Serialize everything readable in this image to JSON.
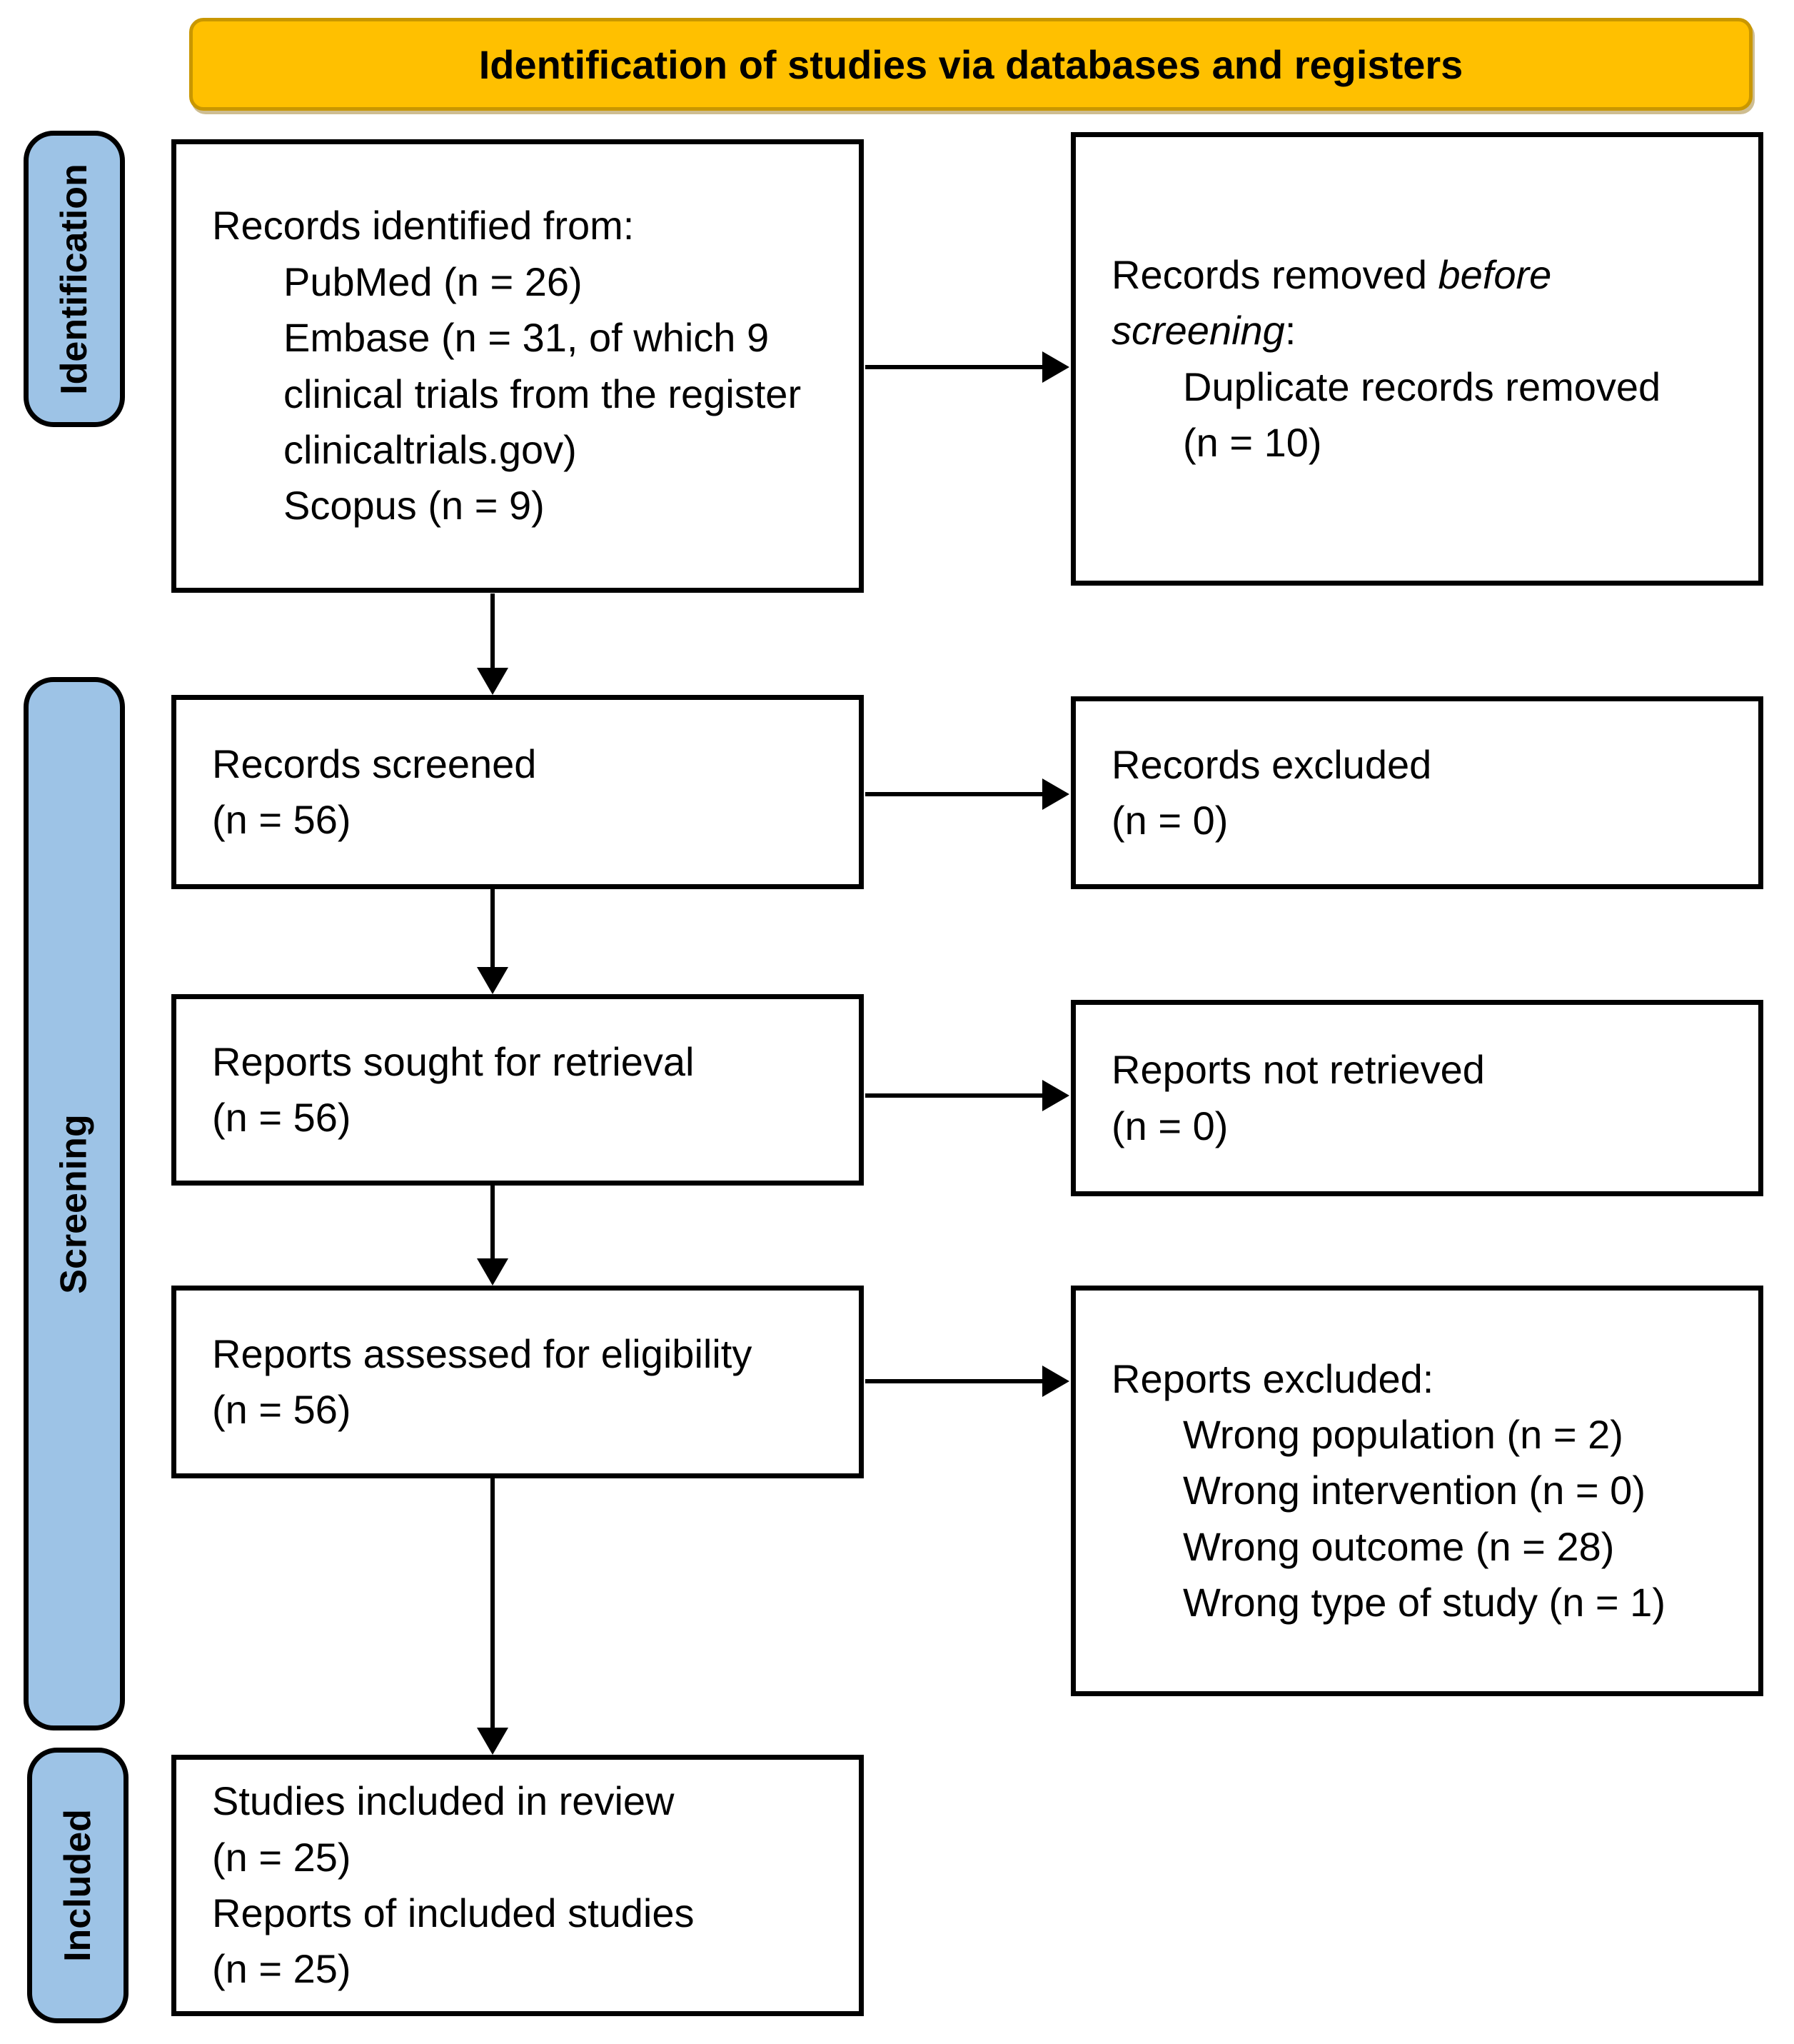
{
  "banner": {
    "title": "Identification of studies via databases and registers"
  },
  "stages": [
    {
      "label": "Identification"
    },
    {
      "label": "Screening"
    },
    {
      "label": "Included"
    }
  ],
  "boxes": {
    "records_identified": {
      "title": "Records identified from:",
      "items": [
        "PubMed (n = 26)",
        "Embase (n = 31, of which 9 clinical trials from the register clinicaltrials.gov)",
        "Scopus (n = 9)"
      ]
    },
    "records_removed": {
      "title_prefix": "Records removed ",
      "title_italic": "before screening",
      "title_suffix": ":",
      "items": [
        "Duplicate records removed (n = 10)"
      ]
    },
    "records_screened": {
      "lines": [
        "Records screened",
        "(n = 56)"
      ]
    },
    "records_excluded": {
      "lines": [
        "Records excluded",
        "(n = 0)"
      ]
    },
    "reports_sought": {
      "lines": [
        "Reports sought for retrieval",
        "(n = 56)"
      ]
    },
    "reports_not_retrieved": {
      "lines": [
        "Reports not retrieved",
        "(n = 0)"
      ]
    },
    "reports_assessed": {
      "lines": [
        "Reports assessed for eligibility",
        "(n = 56)"
      ]
    },
    "reports_excluded": {
      "title": "Reports excluded:",
      "items": [
        "Wrong population (n = 2)",
        "Wrong intervention (n = 0)",
        "Wrong outcome (n = 28)",
        "Wrong type of study (n = 1)"
      ]
    },
    "studies_included": {
      "lines": [
        "Studies included in review",
        "(n = 25)",
        "Reports of included studies",
        "(n = 25)"
      ]
    }
  },
  "colors": {
    "banner_fill": "#FFC000",
    "banner_border": "#C99700",
    "stage_fill": "#9DC3E6",
    "box_border": "#000000",
    "text": "#000000"
  }
}
